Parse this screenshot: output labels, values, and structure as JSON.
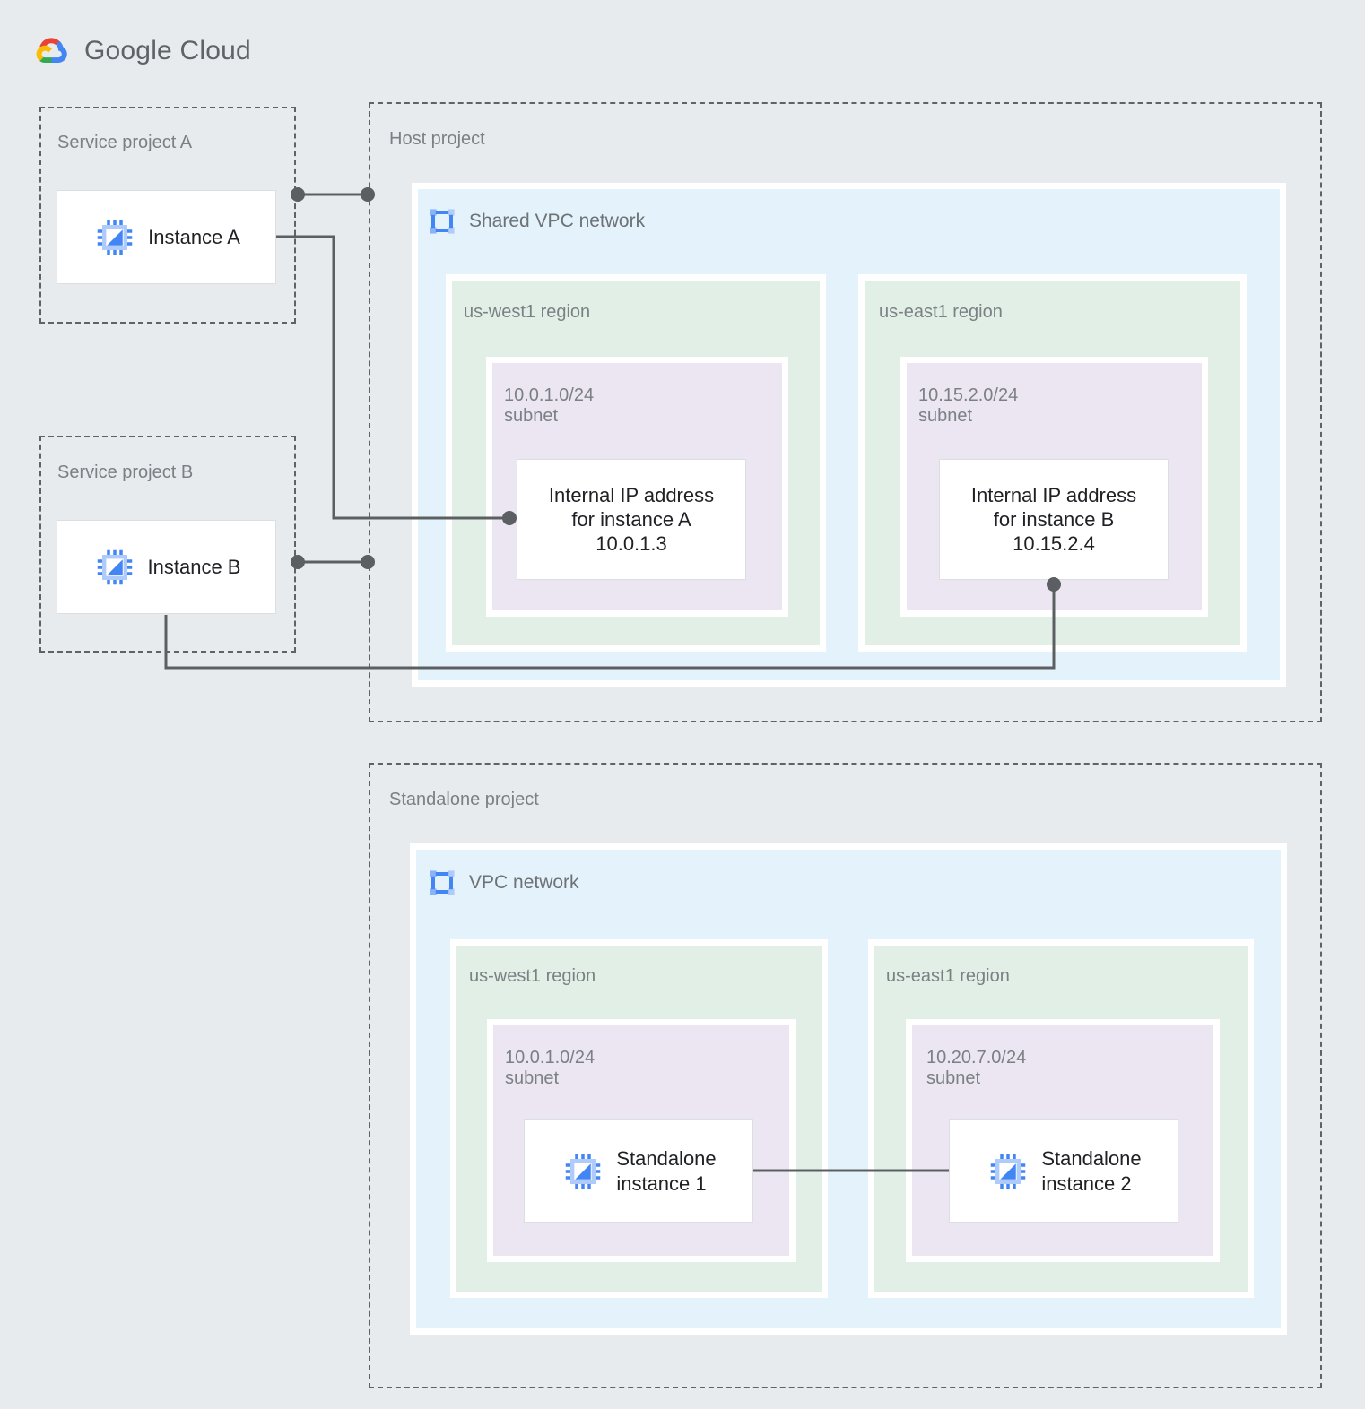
{
  "brand": {
    "name_bold": "Google",
    "name_light": "Cloud",
    "logo_icon": "google-cloud-logo"
  },
  "projects": [
    {
      "id": "service-project-a",
      "label": "Service project A"
    },
    {
      "id": "service-project-b",
      "label": "Service project B"
    },
    {
      "id": "host-project",
      "label": "Host project"
    },
    {
      "id": "standalone-project",
      "label": "Standalone project"
    }
  ],
  "networks": [
    {
      "id": "shared-vpc-network",
      "label": "Shared VPC network",
      "icon": "vpc-network-icon"
    },
    {
      "id": "vpc-network",
      "label": "VPC network",
      "icon": "vpc-network-icon"
    }
  ],
  "regions": [
    {
      "id": "host-us-west1",
      "label": "us-west1 region"
    },
    {
      "id": "host-us-east1",
      "label": "us-east1 region"
    },
    {
      "id": "standalone-us-west1",
      "label": "us-west1 region"
    },
    {
      "id": "standalone-us-east1",
      "label": "us-east1 region"
    }
  ],
  "subnets": [
    {
      "id": "host-subnet-west",
      "cidr": "10.0.1.0/24",
      "kind": "subnet",
      "label": "10.0.1.0/24\nsubnet"
    },
    {
      "id": "host-subnet-east",
      "cidr": "10.15.2.0/24",
      "kind": "subnet",
      "label": "10.15.2.0/24\nsubnet"
    },
    {
      "id": "standalone-subnet-west",
      "cidr": "10.0.1.0/24",
      "kind": "subnet",
      "label": "10.0.1.0/24\nsubnet"
    },
    {
      "id": "standalone-subnet-east",
      "cidr": "10.20.7.0/24",
      "kind": "subnet",
      "label": "10.20.7.0/24\nsubnet"
    }
  ],
  "instances": [
    {
      "id": "instance-a",
      "label": "Instance A",
      "icon": "cpu-instance-icon"
    },
    {
      "id": "instance-b",
      "label": "Instance B",
      "icon": "cpu-instance-icon"
    },
    {
      "id": "standalone-instance-1",
      "label": "Standalone\ninstance 1",
      "icon": "cpu-instance-icon"
    },
    {
      "id": "standalone-instance-2",
      "label": "Standalone\ninstance 2",
      "icon": "cpu-instance-icon"
    }
  ],
  "ip_cards": [
    {
      "id": "ip-instance-a",
      "label": "Internal IP address\nfor instance A\n10.0.1.3",
      "address": "10.0.1.3"
    },
    {
      "id": "ip-instance-b",
      "label": "Internal IP address\nfor instance B\n10.15.2.4",
      "address": "10.15.2.4"
    }
  ],
  "colors": {
    "page_background": "#e8ebed",
    "vpc_fill": "#e4f3fb",
    "region_fill": "#e2efe6",
    "subnet_fill": "#ece5f2",
    "card_fill": "#ffffff",
    "dashed_border": "#5f6368",
    "connector": "#5b5f62",
    "label_text": "#7b8084",
    "card_text": "#202124",
    "icon_blue": "#669df6",
    "icon_blue_dark": "#4285f4"
  }
}
